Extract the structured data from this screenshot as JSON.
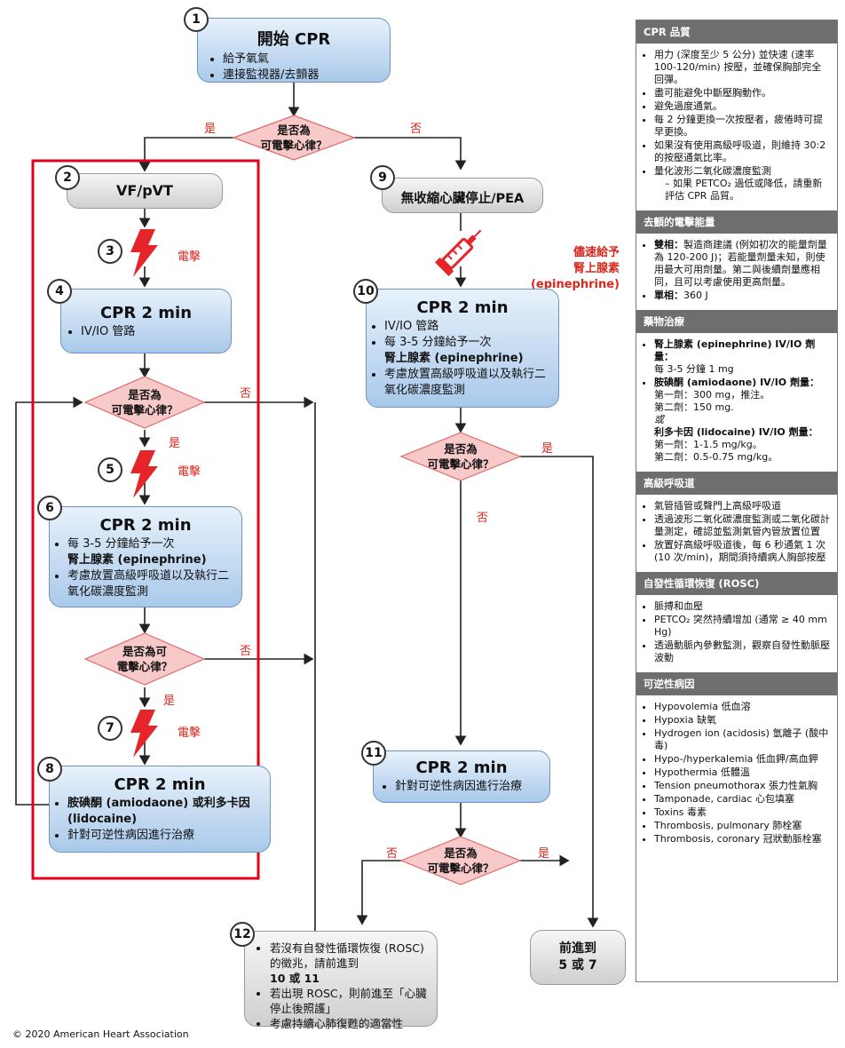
{
  "flow": {
    "b1": {
      "num": "1",
      "title": "開始 CPR",
      "items": [
        "給予氧氣",
        "連接監視器/去顫器"
      ]
    },
    "d_top": {
      "line1": "是否為",
      "line2": "可電擊心律？",
      "yes": "是",
      "no": "否"
    },
    "b2": {
      "num": "2",
      "title": "VF/pVT"
    },
    "b3": {
      "num": "3",
      "label": "電擊"
    },
    "b4": {
      "num": "4",
      "title": "CPR 2 min",
      "items": [
        "IV/IO 管路"
      ]
    },
    "d2": {
      "line1": "是否為",
      "line2": "可電擊心律？",
      "yes": "是",
      "no": "否"
    },
    "b5": {
      "num": "5",
      "label": "電擊"
    },
    "b6": {
      "num": "6",
      "title": "CPR 2 min",
      "item1_a": "每 3-5 分鐘給予一次",
      "item1_b": "腎上腺素 (epinephrine)",
      "item2": "考慮放置高級呼吸道以及執行二氧化碳濃度監測"
    },
    "d3": {
      "line1": "是否為可",
      "line2": "電擊心律？",
      "yes": "是",
      "no": "否"
    },
    "b7": {
      "num": "7",
      "label": "電擊"
    },
    "b8": {
      "num": "8",
      "title": "CPR 2 min",
      "item1": "胺碘酮 (amiodaone) 或利多卡因 (lidocaine)",
      "item2": "針對可逆性病因進行治療"
    },
    "b9": {
      "num": "9",
      "title": "無收縮心臟停止/PEA"
    },
    "epi": {
      "line1": "儘速給予",
      "line2": "腎上腺素 (epinephrine)"
    },
    "b10": {
      "num": "10",
      "title": "CPR 2 min",
      "item1": "IV/IO 管路",
      "item2_a": "每 3-5 分鐘給予一次",
      "item2_b": "腎上腺素 (epinephrine)",
      "item3": "考慮放置高級呼吸道以及執行二氧化碳濃度監測"
    },
    "d4": {
      "line1": "是否為",
      "line2": "可電擊心律？",
      "yes": "是",
      "no": "否"
    },
    "b11": {
      "num": "11",
      "title": "CPR 2 min",
      "items": [
        "針對可逆性病因進行治療"
      ]
    },
    "d5": {
      "line1": "是否為",
      "line2": "可電擊心律？",
      "yes": "是",
      "no": "否"
    },
    "b12": {
      "num": "12",
      "item1_a": "若沒有自發性循環恢復 (ROSC) 的徵兆，請前進到",
      "item1_b": "10 或 11",
      "item2": "若出現 ROSC，則前進至「心臟停止後照護」",
      "item3": "考慮持續心肺復甦的適當性"
    },
    "goto": {
      "line1": "前進到",
      "line2": "5 或 7"
    }
  },
  "sidebar": {
    "s1": {
      "title": "CPR 品質",
      "items": [
        "用力 (深度至少 5 公分) 並快速 (速率 100-120/min) 按壓，並確保胸部完全回彈。",
        "盡可能避免中斷壓胸動作。",
        "避免過度通氣。",
        "每 2 分鐘更換一次按壓者，疲倦時可提早更換。",
        "如果沒有使用高級呼吸道，則維持 30:2 的按壓通氣比率。",
        "量化波形二氧化碳濃度監測"
      ],
      "sub": "– 如果 PETCO₂ 過低或降低，請重新評估 CPR 品質。"
    },
    "s2": {
      "title": "去顫的電擊能量",
      "i1_b": "雙相：",
      "i1": "製造商建議 (例如初次的能量劑量為 120-200 J)；若能量劑量未知，則使用最大可用劑量。第二與後續劑量應相同，且可以考慮使用更高劑量。",
      "i2_b": "單相：",
      "i2": "360 J"
    },
    "s3": {
      "title": "藥物治療",
      "epi_b": "腎上腺素 (epinephrine) IV/IO 劑量：",
      "epi_1": "每 3-5 分鐘 1 mg",
      "ami_b": "胺碘酮 (amiodaone) IV/IO 劑量：",
      "ami_1": "第一劑：300 mg，推注。",
      "ami_2": "第二劑：150 mg.",
      "or": "或",
      "lid_b": "利多卡因 (lidocaine) IV/IO 劑量：",
      "lid_1": "第一劑：1-1.5 mg/kg。",
      "lid_2": "第二劑：0.5-0.75 mg/kg。"
    },
    "s4": {
      "title": "高級呼吸道",
      "items": [
        "氣管插管或聲門上高級呼吸道",
        "透過波形二氧化碳濃度監測或二氧化碳計量測定，確認並監測氣管內管放置位置",
        "放置好高級呼吸道後，每 6 秒通氣 1 次 (10 次/min)，期間須持續病人胸部按壓"
      ]
    },
    "s5": {
      "title": "自發性循環恢復 (ROSC)",
      "items": [
        "脈搏和血壓",
        "PETCO₂ 突然持續增加 (通常 ≥ 40 mm Hg)",
        "透過動脈內參數監測，觀察自發性動脈壓波動"
      ]
    },
    "s6": {
      "title": "可逆性病因",
      "items": [
        "Hypovolemia 低血溶",
        "Hypoxia 缺氧",
        "Hydrogen ion (acidosis) 氫離子 (酸中毒)",
        "Hypo-/hyperkalemia 低血鉀/高血鉀",
        "Hypothermia 低體溫",
        "Tension pneumothorax 張力性氣胸",
        "Tamponade, cardiac 心包填塞",
        "Toxins 毒素",
        "Thrombosis, pulmonary 肺栓塞",
        "Thrombosis, coronary 冠狀動脈栓塞"
      ]
    }
  },
  "copyright": "© 2020 American Heart Association",
  "colors": {
    "box_blue": "#a9c9ea",
    "box_grey": "#cfcfcf",
    "diamond": "#f8c9c9",
    "accent_red": "#d9271e",
    "highlight": "#e3001b"
  }
}
